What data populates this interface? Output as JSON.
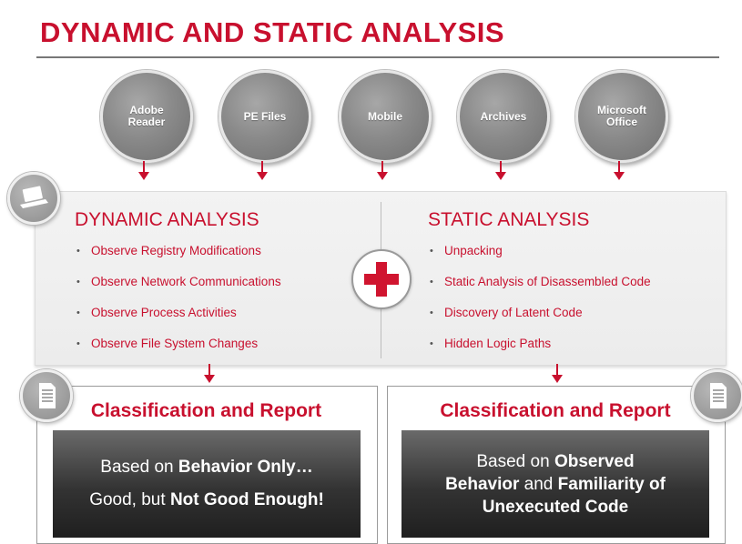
{
  "title": "DYNAMIC AND STATIC ANALYSIS",
  "inputs": [
    "Adobe Reader",
    "PE Files",
    "Mobile",
    "Archives",
    "Microsoft Office"
  ],
  "dynamic": {
    "title": "DYNAMIC ANALYSIS",
    "items": [
      "Observe Registry Modifications",
      "Observe Network Communications",
      "Observe Process Activities",
      "Observe File System Changes"
    ]
  },
  "static": {
    "title": "STATIC ANALYSIS",
    "items": [
      "Unpacking",
      "Static Analysis of Disassembled Code",
      "Discovery of Latent Code",
      "Hidden Logic Paths"
    ]
  },
  "report_left": {
    "title": "Classification and Report",
    "l1a": "Based on ",
    "l1b": "Behavior Only…",
    "l2a": "Good, but ",
    "l2b": "Not Good Enough!"
  },
  "report_right": {
    "title": "Classification and Report",
    "l1a": "Based on ",
    "l1b": "Observed",
    "l2a": "Behavior",
    "l2b": " and ",
    "l2c": "Familiarity of",
    "l3": "Unexecuted Code"
  },
  "icons": {
    "laptop": "laptop-icon",
    "document": "document-icon",
    "plus": "plus-icon"
  },
  "colors": {
    "accent": "#c8102e",
    "circle": "#8a8a8a",
    "dark_box": "#2a2a2a"
  }
}
